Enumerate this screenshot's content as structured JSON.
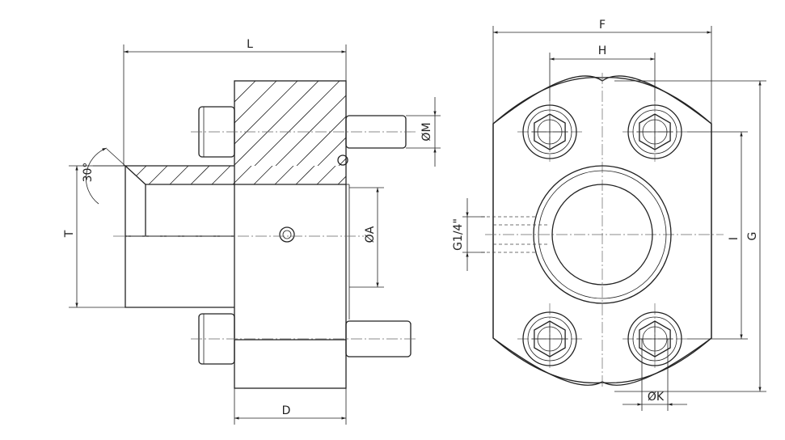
{
  "side_view": {
    "dim_L": "L",
    "dim_D": "D",
    "dim_T": "T",
    "dim_M": "ØM",
    "dim_A": "ØA",
    "angle": "30°"
  },
  "front_view": {
    "dim_F": "F",
    "dim_H": "H",
    "dim_G": "G",
    "dim_I": "I",
    "dim_K": "ØK",
    "thread": "G1/4\""
  },
  "colors": {
    "line": "#222222",
    "background": "#ffffff"
  }
}
